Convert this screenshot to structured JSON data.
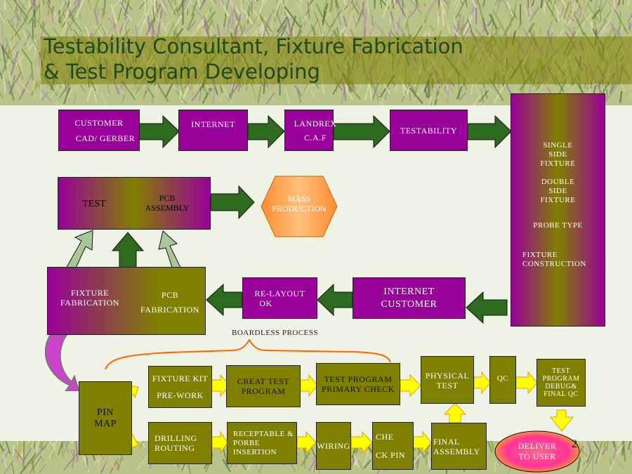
{
  "title": {
    "line1": "Testability Consultant, Fixture Fabrication",
    "line2": "& Test Program Developing"
  },
  "top_row": {
    "customer_l1": "CUSTOMER",
    "customer_l2": "CAD/ GERBER",
    "internet": "INTERNET",
    "landrex_l1": "LANDREX",
    "landrex_l2": "C.A.F",
    "testability": "TESTABILITY"
  },
  "fixture_panel": {
    "single_l1": "SINGLE",
    "single_l2": "SIDE",
    "single_l3": "FIXTURE",
    "double_l1": "DOUBLE",
    "double_l2": "SIDE",
    "double_l3": "FIXTURE",
    "probe": "PROBE TYPE",
    "construction_l1": "FIXTURE",
    "construction_l2": "CONSTRUCTION"
  },
  "assembly_box": {
    "test": "TEST",
    "pcb_l1": "PCB",
    "pcb_l2": "ASSEMBLY"
  },
  "mass_production": {
    "l1": "MASS",
    "l2": "PRODUCTION"
  },
  "fabrication": {
    "fixture_l1": "FIXTURE",
    "fixture_l2": "FABRICATION",
    "pcb_l1": "PCB",
    "pcb_l2": "FABRICATION"
  },
  "relayout": {
    "l1": "RE-LAYOUT",
    "l2": "OK"
  },
  "internet_customer": {
    "l1": "INTERNET",
    "l2": "CUSTOMER"
  },
  "boardless": "BOARDLESS PROCESS",
  "process": {
    "pin_map_l1": "PIN",
    "pin_map_l2": "MAP",
    "fixture_kit_l1": "FIXTURE KIT",
    "fixture_kit_l2": "PRE-WORK",
    "creat_l1": "CREAT TEST",
    "creat_l2": "PROGRAM",
    "primary_l1": "TEST PROGRAM",
    "primary_l2": "PRIMARY CHECK",
    "physical_l1": "PHYSICAL",
    "physical_l2": "TEST",
    "qc": "QC",
    "debug_l1": "TEST",
    "debug_l2": "PROGRAM",
    "debug_l3": "DEBUG&",
    "debug_l4": "FINAL QC",
    "drilling_l1": "DRILLING",
    "drilling_l2": "ROUTING",
    "receptable_l1": "RECEPTABLE &",
    "receptable_l2": "PORBE",
    "receptable_l3": "INSERTION",
    "wiring": "WIRING",
    "check_l1": "CHE",
    "check_l2": "CK PIN",
    "final_l1": "FINAL",
    "final_l2": "ASSEMBLY",
    "deliver_l1": "DELIVER",
    "deliver_l2": "TO USER"
  },
  "page_number": "2",
  "colors": {
    "purple": "#990099",
    "olive": "#808000",
    "arrow_green": "#2f6b1f",
    "yellow": "#ffff00",
    "orange_hex": "#ff9933"
  }
}
